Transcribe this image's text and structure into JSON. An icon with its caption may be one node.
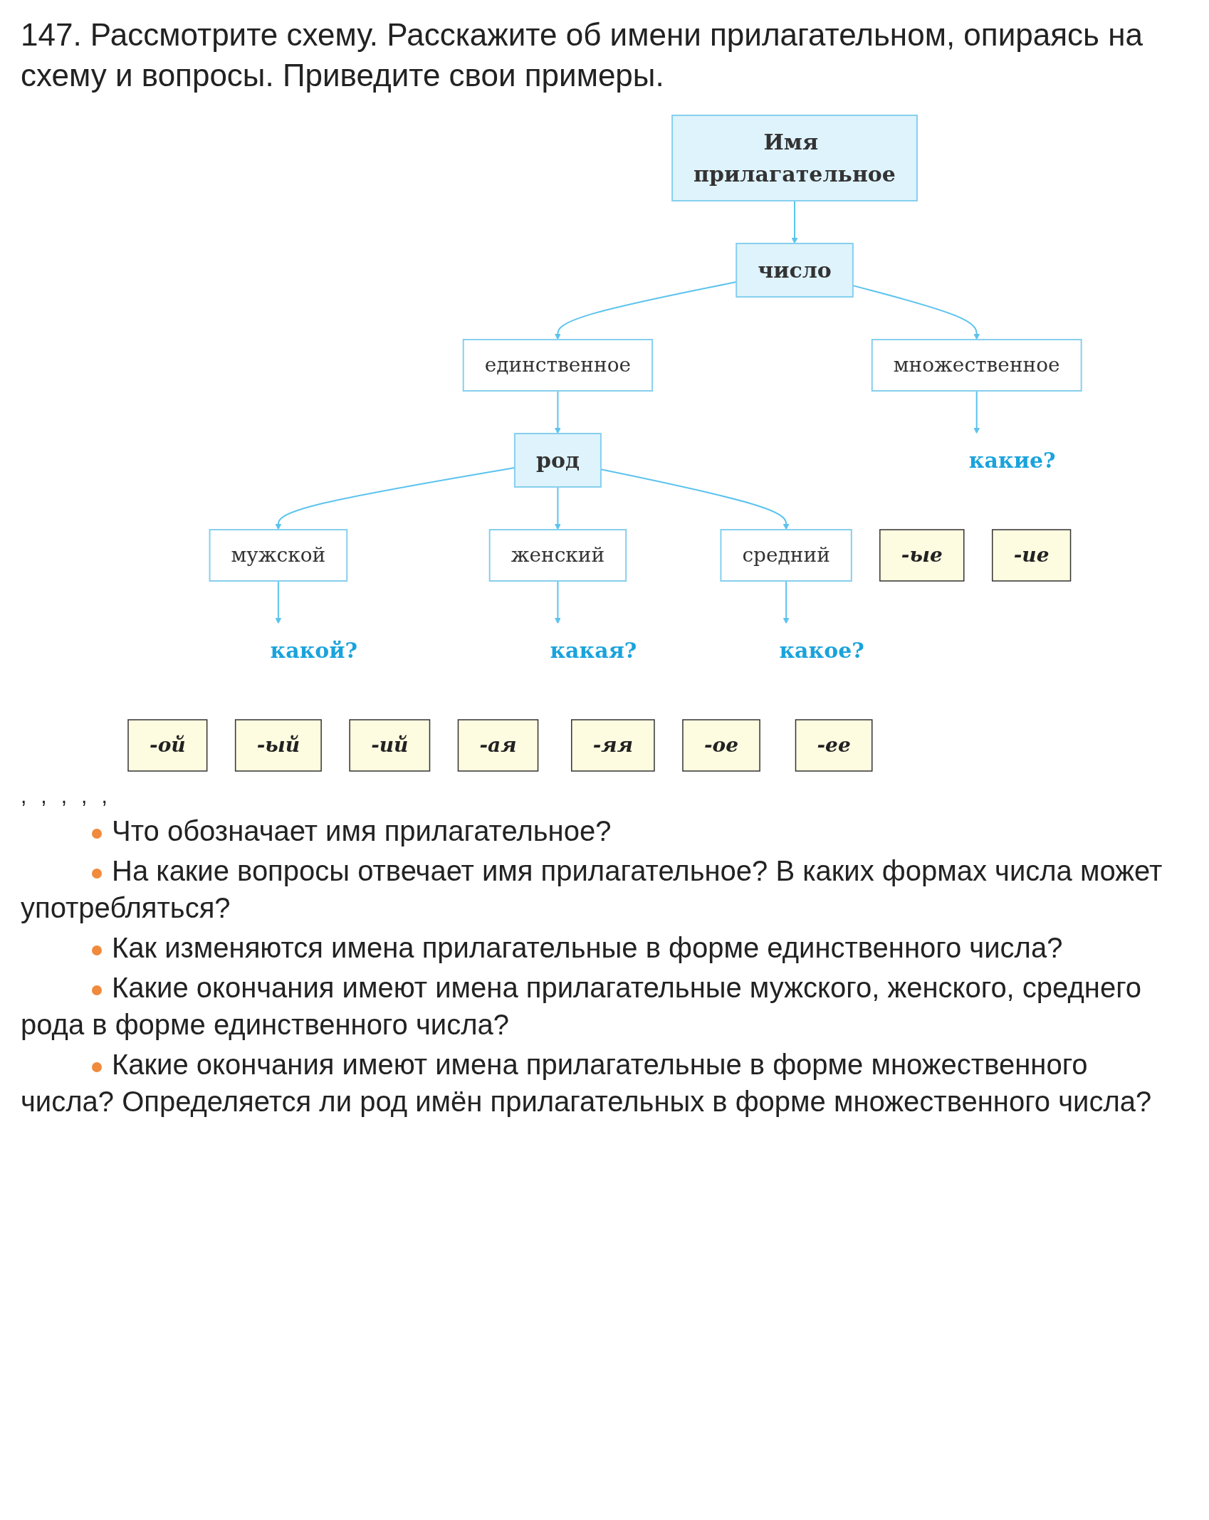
{
  "diagram": {
    "title": "147. Рассмотрите схему. Расскажите об имени прилагательном, опираясь на схему и вопросы. Приведите свои примеры.",
    "nodes": [
      {
        "text": [
          "Имя прилагательное"
        ]
      },
      {
        "text": [
          "число"
        ]
      },
      {
        "text": [
          "единственное"
        ]
      },
      {
        "text": [
          "множественное"
        ]
      },
      {
        "text": [
          "род"
        ]
      },
      {
        "text": [
          "мужской"
        ]
      },
      {
        "text": [
          "женский"
        ]
      },
      {
        "text": [
          "средний"
        ]
      },
      {
        "text": [
          "какой?"
        ]
      },
      {
        "text": [
          "какая?"
        ]
      },
      {
        "text": [
          "какое?"
        ]
      },
      {
        "text": [
          "какие?"
        ]
      },
      {
        "text": [
          "-ой"
        ]
      },
      {
        "text": [
          "-ый"
        ]
      },
      {
        "text": [
          "-ий"
        ]
      },
      {
        "text": [
          "-ая"
        ]
      },
      {
        "text": [
          "-яя"
        ]
      },
      {
        "text": [
          "-ое"
        ]
      },
      {
        "text": [
          "-ее"
        ]
      },
      {
        "text": [
          "-ые"
        ]
      },
      {
        "text": [
          "-ие"
        ]
      }
    ],
    "edges": [
      {
        "from": 0,
        "to": 1,
        "arrow": "to"
      },
      {
        "from": 1,
        "to": 2,
        "arrow": "to"
      },
      {
        "from": 1,
        "to": 3,
        "arrow": "to"
      },
      {
        "from": 2,
        "to": 4,
        "arrow": "to"
      },
      {
        "from": 4,
        "to": 5,
        "arrow": "to"
      },
      {
        "from": 4,
        "to": 6,
        "arrow": "to"
      },
      {
        "from": 4,
        "to": 7,
        "arrow": "to"
      },
      {
        "from": 5,
        "to": 8,
        "arrow": "to"
      },
      {
        "from": 6,
        "to": 9,
        "arrow": "to"
      },
      {
        "from": 7,
        "to": 10,
        "arrow": "to"
      },
      {
        "from": 3,
        "to": 11,
        "arrow": "to"
      }
    ],
    "labels": [
      ",",
      ",",
      ",",
      ",",
      ",",
      "Что обозначает имя прилагательное?",
      "На какие вопросы отвечает имя прилагательное? В каких формах числа может употребляться?",
      "Как изменяются имена прилагательные в форме единственного числа?",
      "Какие окончания имеют имена прилагательные мужского, женского, среднего рода в форме единственного числа?",
      "Какие окончания имеют имена прилагательные в форме множественного числа? Определяется ли род имён прилагательных в форме множественного числа?"
    ]
  }
}
